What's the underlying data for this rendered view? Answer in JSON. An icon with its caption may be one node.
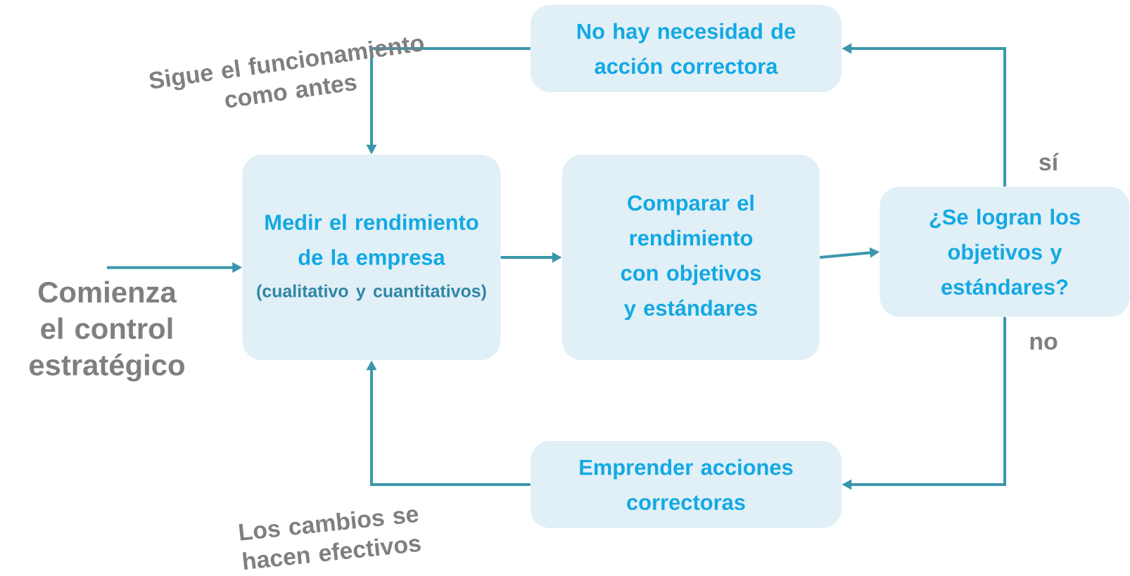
{
  "diagram": {
    "nodes": [
      {
        "text": [
          "Comienza el control estratégico"
        ]
      },
      {
        "text": [
          "Medir el rendimiento de la empresa",
          "(cualitativo y cuantitativos)"
        ]
      },
      {
        "text": [
          "Comparar el rendimiento con objetivos y estándares"
        ]
      },
      {
        "text": [
          "¿Se logran los objetivos y estándares?"
        ]
      },
      {
        "text": [
          "No hay necesidad de acción correctora"
        ]
      },
      {
        "text": [
          "Emprender acciones correctoras"
        ]
      }
    ],
    "edges": [
      {
        "from": 0,
        "to": 1,
        "arrow": "to"
      },
      {
        "from": 1,
        "to": 2,
        "arrow": "to"
      },
      {
        "from": 2,
        "to": 3,
        "arrow": "to"
      },
      {
        "from": 3,
        "to": 4,
        "arrow": "to",
        "label": "sí"
      },
      {
        "from": 3,
        "to": 5,
        "arrow": "to",
        "label": "no"
      },
      {
        "from": 4,
        "to": 1,
        "arrow": "to",
        "label": "Sigue el funcionamiento como antes"
      },
      {
        "from": 5,
        "to": 1,
        "arrow": "to",
        "label": "Los cambios se hacen efectivos"
      }
    ]
  }
}
